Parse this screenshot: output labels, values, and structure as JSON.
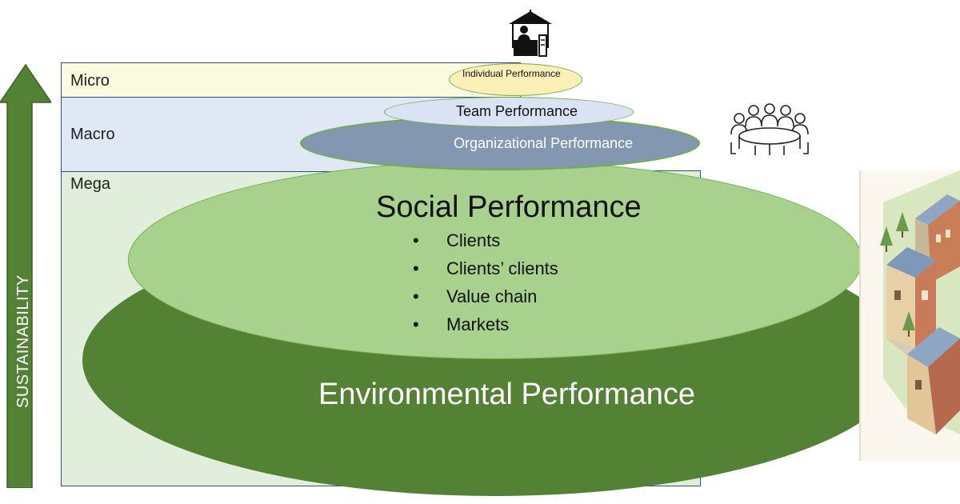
{
  "levels": {
    "micro": "Micro",
    "macro": "Macro",
    "mega": "Mega"
  },
  "axis_label": "SUSTAINABILITY",
  "performances": {
    "individual": "Individual Performance",
    "team": "Team Performance",
    "organizational": "Organizational Performance",
    "social": "Social Performance",
    "environmental": "Environmental Performance"
  },
  "social_items": [
    "Clients",
    "Clients’ clients",
    "Value chain",
    "Markets"
  ],
  "colors": {
    "arrow": "#548235",
    "environmental": "#548235",
    "social": "#a9d18e",
    "organizational": "#8497b0",
    "team": "#dae3f3",
    "individual": "#fbefb8",
    "band_micro": "#fbfbe0",
    "band_macro": "#dfe8f4",
    "band_mega": "#e2eedc"
  },
  "icons": {
    "booth": "market-stall-worker-icon",
    "meeting": "meeting-table-icon",
    "town": "isometric-town-illustration"
  }
}
